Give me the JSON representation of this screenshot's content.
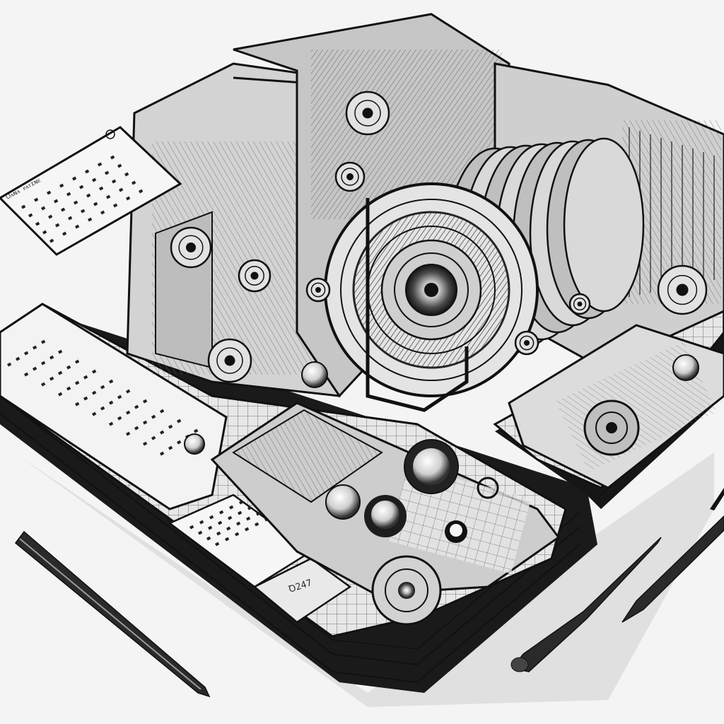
{
  "illustration": {
    "style": "monochrome pen-and-ink technical sketch",
    "subject": "isometric cutaway of a mechanical device with lens assembly, gears, dials and printed keypad panels",
    "colors": {
      "paper": "#f4f4f4",
      "ink": "#111111",
      "mid": "#8a8a8a",
      "light": "#d6d6d6"
    }
  },
  "panel_labels": {
    "top_left_header": "Ꝺᴀɴᴀ ᴘᴀᴛɪɴᴇ",
    "bottom_plate": "Ꝺ247"
  },
  "objects": {
    "pens": [
      "ink-pen-left",
      "ink-pen-right",
      "ink-pen-far-right"
    ],
    "lens": "large-lens-assembly",
    "keypads": [
      "keypad-top-left",
      "keypad-left-edge",
      "keypad-bottom"
    ]
  }
}
